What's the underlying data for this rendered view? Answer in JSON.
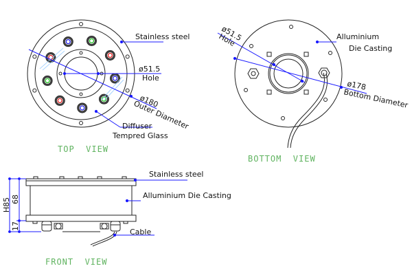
{
  "colors": {
    "line": "#222222",
    "leader": "#1a1aff",
    "view_title": "#5fb35f",
    "led_red": "#e02020",
    "led_green": "#20c020",
    "led_blue": "#2020e0",
    "glass_hatch": "#8fc8ff"
  },
  "top_view": {
    "title": "TOP  VIEW",
    "labels": {
      "stainless": "Stainless steel",
      "hole_dim": "ø51.5",
      "hole": "Hole",
      "outer_dim": "ø180",
      "outer": "Outer Diameter",
      "diffuser": "Diffuser",
      "glass": "Tempred Glass"
    },
    "led_colors": [
      "blue",
      "green",
      "red",
      "blue",
      "green",
      "blue",
      "red",
      "green",
      "red"
    ]
  },
  "bottom_view": {
    "title": "BOTTOM  VIEW",
    "labels": {
      "material_1": "Alluminium",
      "material_2": "Die Casting",
      "hole_dim": "ø51.5",
      "hole": "Hole",
      "bottom_dim": "ø178",
      "bottom": "Bottom Diameter"
    }
  },
  "front_view": {
    "title": "FRONT  VIEW",
    "labels": {
      "stainless": "Stainless steel",
      "body": "Alluminium Die Casting",
      "cable": "Cable"
    },
    "dimensions": {
      "total": "H85",
      "upper": "68",
      "lower": "17"
    }
  }
}
